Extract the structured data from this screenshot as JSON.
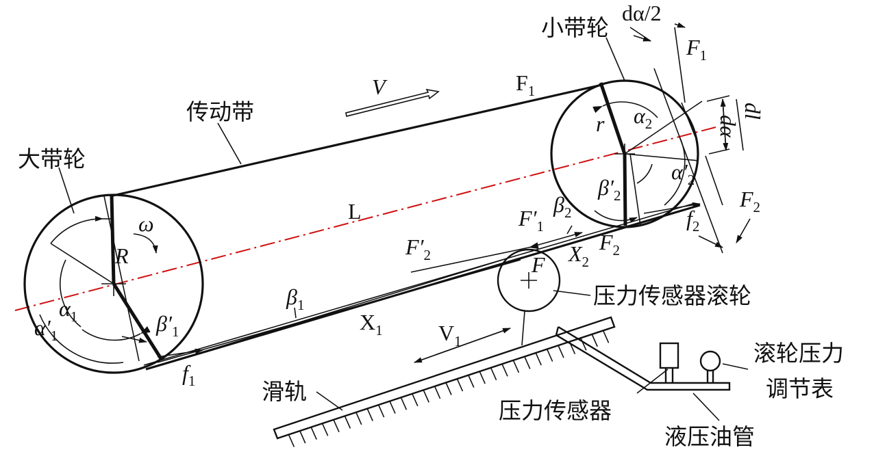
{
  "labels": {
    "large_pulley": "大带轮",
    "small_pulley": "小带轮",
    "belt": "传动带",
    "roller": "压力传感器滚轮",
    "rail": "滑轨",
    "gauge_line1": "滚轮压力",
    "gauge_line2": "调节表",
    "sensor": "压力传感器",
    "hydraulic_pipe": "液压油管"
  },
  "symbols": {
    "V": "V",
    "F1_top": "F",
    "F1_top_sub": "1",
    "F1_right": "F",
    "F1_right_sub": "1",
    "dalpha_half": "dα/2",
    "dl": "dl",
    "dalpha": "dα",
    "r": "r",
    "alpha2": "α",
    "alpha2_sub": "2",
    "alpha2p": "α′",
    "alpha2p_sub": "2",
    "beta2p": "β′",
    "beta2p_sub": "2",
    "beta2": "β",
    "beta2_sub": "2",
    "F1p": "F′",
    "F1p_sub": "1",
    "F2_a": "F",
    "F2_a_sub": "2",
    "F2_b": "F",
    "F2_b_sub": "2",
    "f2": "f",
    "f2_sub": "2",
    "X2": "X",
    "X2_sub": "2",
    "F": "F",
    "F2p": "F′",
    "F2p_sub": "2",
    "L": "L",
    "omega": "ω",
    "R": "R",
    "beta1": "β",
    "beta1_sub": "1",
    "X1": "X",
    "X1_sub": "1",
    "V1": "V",
    "V1_sub": "1",
    "alpha1": "α",
    "alpha1_sub": "1",
    "alpha1p": "α′",
    "alpha1p_sub": "1",
    "beta1p": "β′",
    "beta1p_sub": "1",
    "f1": "f",
    "f1_sub": "1"
  },
  "colors": {
    "centerline": "#d01010",
    "ink": "#111111"
  }
}
